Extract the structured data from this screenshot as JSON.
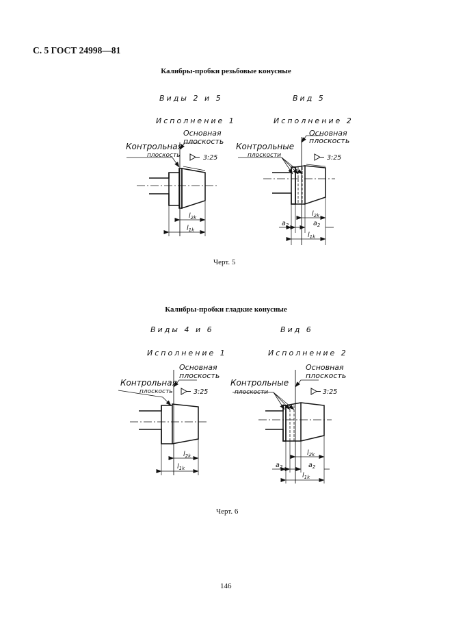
{
  "header": "С. 5 ГОСТ 24998—81",
  "section1": {
    "title": "Калибры-пробки резьбовые конусные",
    "left_view": "Виды 2 и 5",
    "right_view": "Вид 5",
    "left_variant": "Исполнение 1",
    "right_variant": "Исполнение 2",
    "caption": "Черт. 5"
  },
  "section2": {
    "title": "Калибры-пробки гладкие конусные",
    "left_view": "Виды 4 и 6",
    "right_view": "Вид 6",
    "left_variant": "Исполнение 1",
    "right_variant": "Исполнение 2",
    "caption": "Черт. 6"
  },
  "labels": {
    "basic_plane_1": "Основная",
    "basic_plane_2": "плоскость",
    "control_plane_1": "Контрольная",
    "control_planes_1": "Контрольные",
    "control_plane_2": "плоскость",
    "control_planes_2": "плоскости",
    "taper": "3:25",
    "l2k": "l",
    "l2k_sub": "2k",
    "l1k": "l",
    "l1k_sub": "1k",
    "a2": "a",
    "a2_sub": "2"
  },
  "page_number": "146"
}
